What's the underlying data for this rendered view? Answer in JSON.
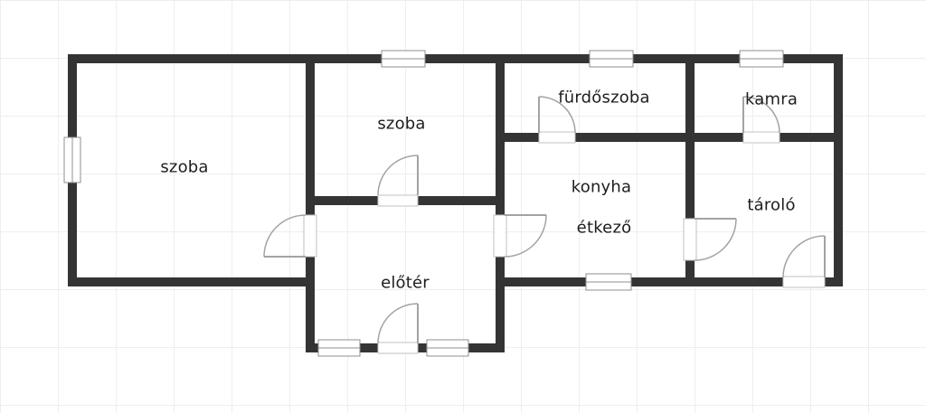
{
  "colors": {
    "wall": "#343434",
    "window_symbol": "#8f8f8f",
    "door_symbol": "#a3a3a3",
    "door_opening_border": "#c2c2c2",
    "text": "#1e1e1e",
    "grid": "#eeeeee",
    "background": "#ffffff"
  },
  "rooms": {
    "szoba_large": {
      "label": "szoba"
    },
    "szoba_small": {
      "label": "szoba"
    },
    "furdoszoba": {
      "label": "fürdőszoba"
    },
    "kamra": {
      "label": "kamra"
    },
    "konyha": {
      "label": "konyha"
    },
    "etkezo": {
      "label": "étkező"
    },
    "tarolo": {
      "label": "tároló"
    },
    "eloter": {
      "label": "előtér"
    }
  }
}
